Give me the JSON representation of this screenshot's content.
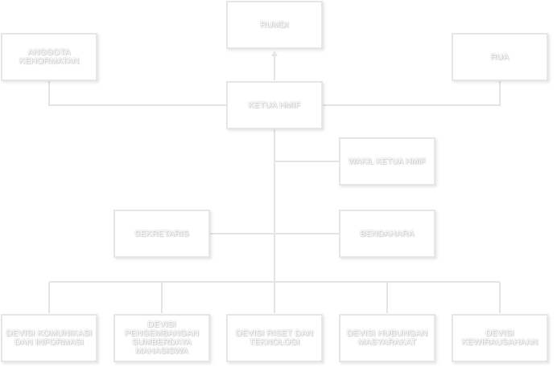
{
  "colors": {
    "line": "#e4e4e4",
    "box_border": "#e6e6e6",
    "text": "#ffffff"
  },
  "nodes": {
    "rumdi": {
      "label": "RUMDI"
    },
    "anggota_kehormatan": {
      "label": "ANGGOTA KEHORMATAN"
    },
    "rua": {
      "label": "RUA"
    },
    "ketua": {
      "label": "KETUA HMIF"
    },
    "wakil": {
      "label": "WAKIL KETUA HMIF"
    },
    "sekretaris": {
      "label": "SEKRETARIS"
    },
    "bendahara": {
      "label": "BENDAHARA"
    },
    "divisi_kominfo": {
      "label": "DEVISI KOMUNIKASI DAN INFORMASI"
    },
    "divisi_psdm": {
      "label": "DEVISI PENGEMBANGAN SUMBERDAYA MAHASISWA"
    },
    "divisi_ristek": {
      "label": "DEVISI RISET DAN TEKNOLOGI"
    },
    "divisi_humas": {
      "label": "DEVISI HUBUNGAN MASYARAKAT"
    },
    "divisi_kwu": {
      "label": "DEVISI KEWIRAUSAHAAN"
    }
  }
}
